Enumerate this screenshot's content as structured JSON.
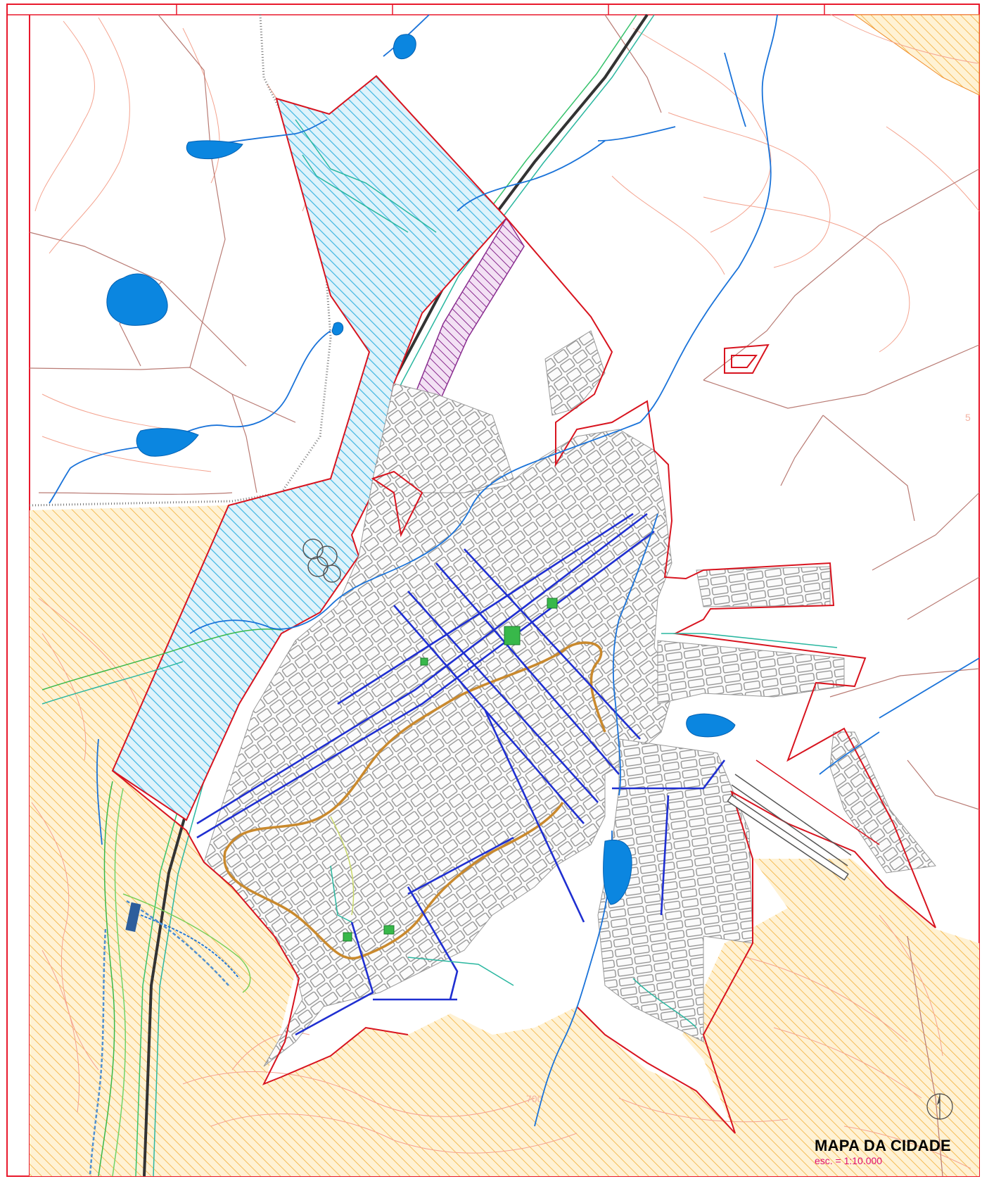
{
  "map": {
    "title": "MAPA DA CIDADE",
    "scale": "esc. = 1:10.000",
    "contour_labels": [
      "700",
      "5"
    ],
    "colors": {
      "frame": "#e8192c",
      "urban_boundary": "#d8141f",
      "industrial_zone": "#3fb6e3",
      "rural_zone": "#f2b03a",
      "rural_fill": "#fff2d4",
      "special_zone": "#8a2d90",
      "water": "#0b86e0",
      "streams": "#1a73d9",
      "main_avenues": "#1f2fd1",
      "ring_road": "#c9892d",
      "railway": "#444444",
      "roads": "#b97b74",
      "contours": "#f4a38f",
      "blocks": "#8c8c8c",
      "green_areas": "#38b84a"
    },
    "icons": [
      "north-arrow-icon"
    ]
  }
}
